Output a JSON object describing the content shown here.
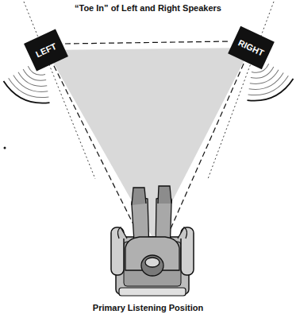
{
  "diagram": {
    "title": "“Toe In” of Left and Right Speakers",
    "caption": "Primary Listening Position",
    "nodes": [
      {
        "text": [
          "LEFT"
        ]
      },
      {
        "text": [
          "RIGHT"
        ]
      }
    ],
    "edges": [
      {
        "from": 0,
        "to": 1,
        "arrow": "none"
      }
    ]
  }
}
